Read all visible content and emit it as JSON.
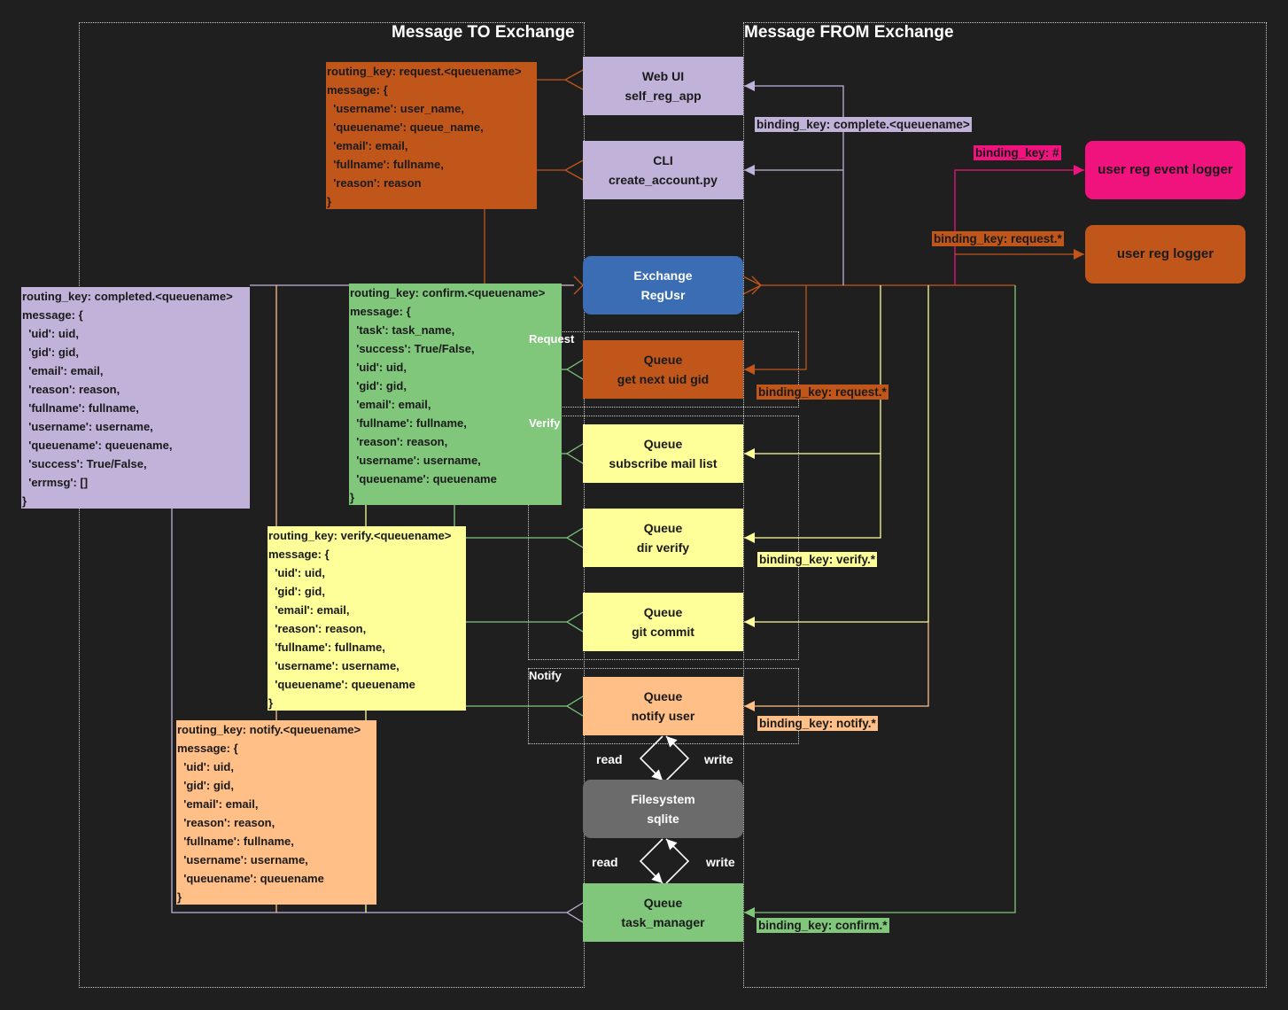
{
  "titles": {
    "to_exchange": "Message TO Exchange",
    "from_exchange": "Message FROM Exchange"
  },
  "groups": {
    "request": "Request",
    "verify": "Verify",
    "notify": "Notify"
  },
  "nodes": {
    "web_ui": [
      "Web UI",
      "self_reg_app"
    ],
    "cli": [
      "CLI",
      "create_account.py"
    ],
    "exchange": [
      "Exchange",
      "RegUsr"
    ],
    "q_uid": [
      "Queue",
      "get next uid gid"
    ],
    "q_mail": [
      "Queue",
      "subscribe mail list"
    ],
    "q_dir": [
      "Queue",
      "dir verify"
    ],
    "q_git": [
      "Queue",
      "git commit"
    ],
    "q_notify": [
      "Queue",
      "notify user"
    ],
    "filesystem": [
      "Filesystem",
      "sqlite"
    ],
    "q_task": [
      "Queue",
      "task_manager"
    ],
    "event_logger": [
      "user reg event logger"
    ],
    "reg_logger": [
      "user reg logger"
    ]
  },
  "binding_keys": {
    "complete": "binding_key: complete.<queuename>",
    "hash": "binding_key: #",
    "request_logger": "binding_key: request.*",
    "request_queue": "binding_key: request.*",
    "verify": "binding_key: verify.*",
    "notify": "binding_key: notify.*",
    "confirm": "binding_key: confirm.*"
  },
  "io_labels": {
    "read_top": "read",
    "write_top": "write",
    "read_bottom": "read",
    "write_bottom": "write"
  },
  "messages": {
    "request": [
      "routing_key: request.<queuename>",
      "message: {",
      "  'username': user_name,",
      "  'queuename': queue_name,",
      "  'email': email,",
      "  'fullname': fullname,",
      "  'reason': reason",
      "}"
    ],
    "completed": [
      "routing_key: completed.<queuename>",
      "message: {",
      "  'uid': uid,",
      "  'gid': gid,",
      "  'email': email,",
      "  'reason': reason,",
      "  'fullname': fullname,",
      "  'username': username,",
      "  'queuename': queuename,",
      "  'success': True/False,",
      "  'errmsg': []",
      "}"
    ],
    "confirm": [
      "routing_key: confirm.<queuename>",
      "message: {",
      "  'task': task_name,",
      "  'success': True/False,",
      "  'uid': uid,",
      "  'gid': gid,",
      "  'email': email,",
      "  'fullname': fullname,",
      "  'reason': reason,",
      "  'username': username,",
      "  'queuename': queuename",
      "}"
    ],
    "verify": [
      "routing_key: verify.<queuename>",
      "message: {",
      "  'uid': uid,",
      "  'gid': gid,",
      "  'email': email,",
      "  'reason': reason,",
      "  'fullname': fullname,",
      "  'username': username,",
      "  'queuename': queuename",
      "}"
    ],
    "notify": [
      "routing_key: notify.<queuename>",
      "message: {",
      "  'uid': uid,",
      "  'gid': gid,",
      "  'email': email,",
      "  'reason': reason,",
      "  'fullname': fullname,",
      "  'username': username,",
      "  'queuename': queuename",
      "}"
    ]
  },
  "colors": {
    "background": "#1f1f1f",
    "lavender": "#c0b2d9",
    "orange": "#c0561a",
    "exchange_blue": "#3a6db4",
    "yellow": "#ffff99",
    "peach": "#ffbf87",
    "green": "#80c77c",
    "gray": "#6b6b6b",
    "pink": "#f0127d"
  }
}
